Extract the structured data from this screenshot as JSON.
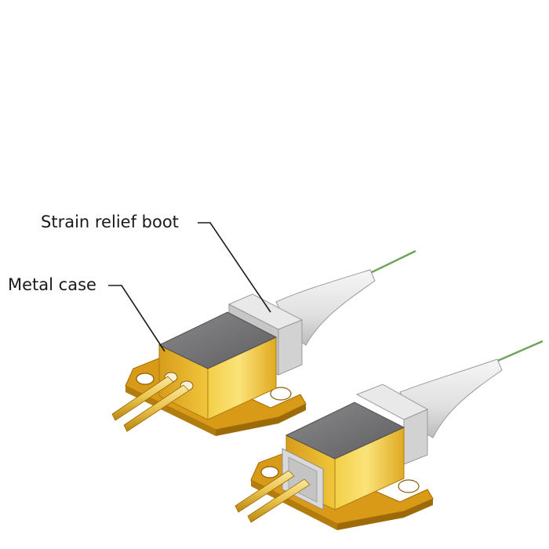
{
  "diagram": {
    "callouts": [
      {
        "id": "strain-relief-boot",
        "text": "Strain relief boot"
      },
      {
        "id": "metal-case",
        "text": "Metal case"
      }
    ]
  },
  "colors": {
    "gold_light": "#f7dc5c",
    "gold_mid": "#e7b62e",
    "gold_dark": "#c9890f",
    "case_top": "#6e6e70",
    "case_top_light": "#848486",
    "boot_light": "#ececec",
    "boot_mid": "#cfcfcf",
    "leader_line": "#1a1a1a",
    "fiber": "#6fa35a"
  }
}
